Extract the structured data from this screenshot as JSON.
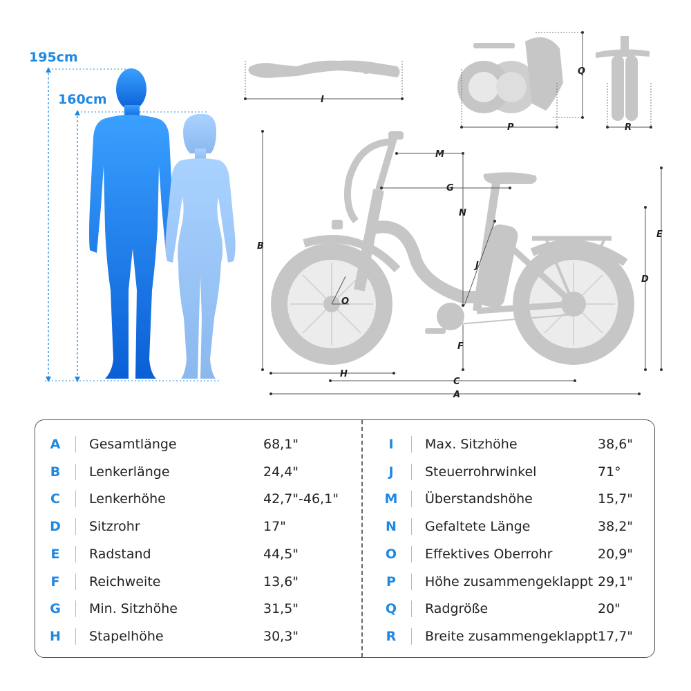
{
  "heights": {
    "tall": "195cm",
    "short": "160cm"
  },
  "dim_labels": [
    "A",
    "B",
    "C",
    "D",
    "E",
    "F",
    "G",
    "H",
    "I",
    "J",
    "M",
    "N",
    "O",
    "P",
    "Q",
    "R"
  ],
  "specs_left": [
    {
      "letter": "A",
      "name": "Gesamtlänge",
      "value": "68,1\""
    },
    {
      "letter": "B",
      "name": "Lenkerlänge",
      "value": "24,4\""
    },
    {
      "letter": "C",
      "name": "Lenkerhöhe",
      "value": "42,7\"-46,1\""
    },
    {
      "letter": "D",
      "name": "Sitzrohr",
      "value": "17\""
    },
    {
      "letter": "E",
      "name": "Radstand",
      "value": "44,5\""
    },
    {
      "letter": "F",
      "name": "Reichweite",
      "value": "13,6\""
    },
    {
      "letter": "G",
      "name": "Min. Sitzhöhe",
      "value": "31,5\""
    },
    {
      "letter": "H",
      "name": "Stapelhöhe",
      "value": "30,3\""
    }
  ],
  "specs_right": [
    {
      "letter": "I",
      "name": "Max. Sitzhöhe",
      "value": "38,6\""
    },
    {
      "letter": "J",
      "name": "Steuerrohrwinkel",
      "value": "71°"
    },
    {
      "letter": "M",
      "name": "Überstandshöhe",
      "value": "15,7\""
    },
    {
      "letter": "N",
      "name": "Gefaltete Länge",
      "value": "38,2\""
    },
    {
      "letter": "O",
      "name": "Effektives Oberrohr",
      "value": "20,9\""
    },
    {
      "letter": "P",
      "name": "Höhe zusammengeklappt",
      "value": "29,1\""
    },
    {
      "letter": "Q",
      "name": "Radgröße",
      "value": "20\""
    },
    {
      "letter": "R",
      "name": "Breite zusammengeklappt",
      "value": "17,7\""
    }
  ],
  "colors": {
    "accent": "#1e88e5",
    "man_top": "#3aa0ff",
    "man_bottom": "#0a5fd6",
    "woman": "#9fc8f7",
    "bike": "#c6c6c6"
  }
}
